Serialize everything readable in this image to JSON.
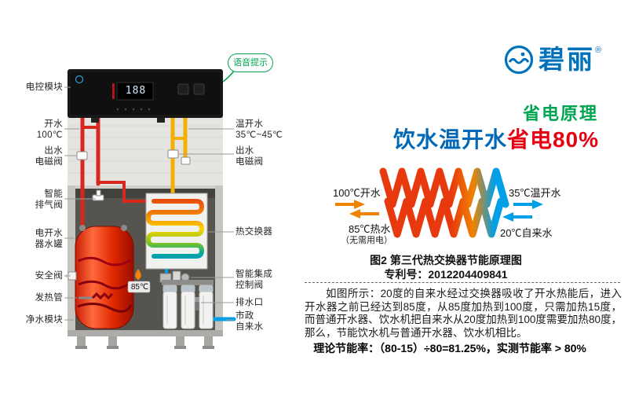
{
  "brand": {
    "name": "碧丽",
    "reg": "®"
  },
  "machine": {
    "voice_tip": "语音提示",
    "display_value": "188",
    "tank_temp": "85℃",
    "labels_left": [
      "电控模块",
      "开水\n100℃",
      "出水\n电磁阀",
      "智能\n排气阀",
      "电开水\n器水罐",
      "安全阀",
      "发热管",
      "净水模块"
    ],
    "labels_right": [
      "温开水\n35℃~45℃",
      "出水\n电磁阀",
      "热交换器",
      "智能集成\n控制阀",
      "排水口",
      "市政\n自来水"
    ]
  },
  "headline": {
    "title": "省电原理",
    "sub_blue": "饮水温开水",
    "sub_red": "省电80%"
  },
  "exchanger": {
    "in_hot": "100℃开水",
    "out_warm": "35℃温开水",
    "out_hot": "85℃热水",
    "out_hot_note": "（无需用电）",
    "in_cold": "20℃自来水",
    "caption": "图2 第三代热交换器节能原理图",
    "patent": "专利号：2012204409841"
  },
  "description": "如图所示：20度的自来水经过交换器吸收了开水热能后，进入开水器之前已经达到85度，从85度加热到100度，只需加热15度，而普通开水器、饮水机把自来水从20度加热到100度需要加热80度，那么，节能饮水机与普通开水器、饮水机相比。",
  "formula": "理论节能率：（80-15）÷80=81.25%，实测节能率 > 80%",
  "colors": {
    "green": "#00a551",
    "blue": "#0068b7",
    "red": "#e60012",
    "logo_blue": "#0072bc",
    "hot": "#e8380d",
    "cold": "#00a0e9"
  }
}
